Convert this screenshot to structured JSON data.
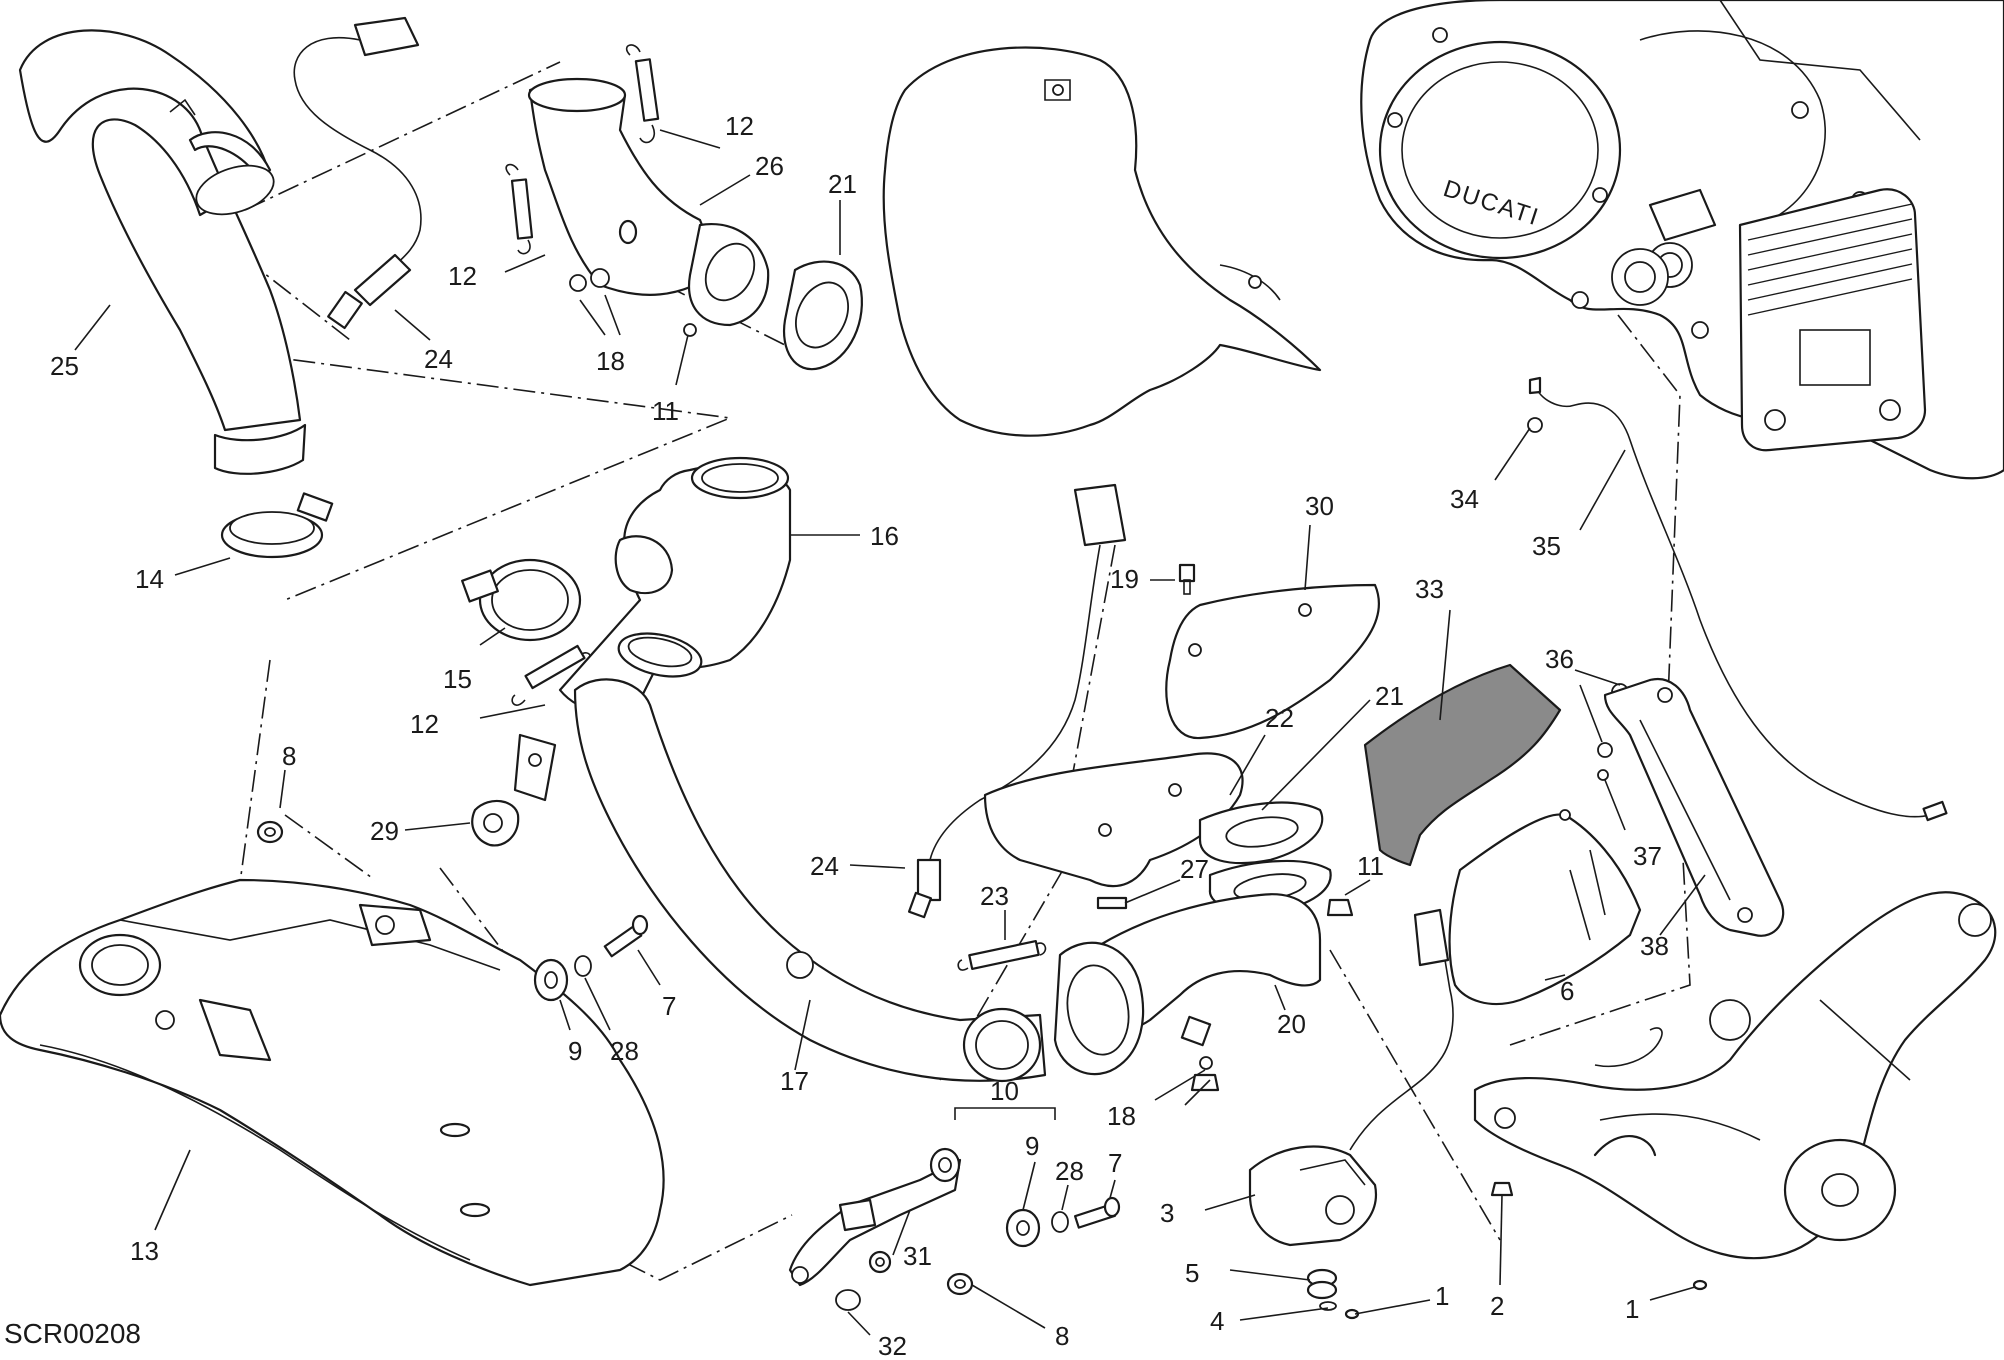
{
  "diagram": {
    "code": "SCR00208",
    "brand_text": "DUCATI",
    "labels": {
      "l1a": "1",
      "l1b": "1",
      "l2": "2",
      "l3": "3",
      "l4": "4",
      "l5": "5",
      "l6": "6",
      "l7a": "7",
      "l7b": "7",
      "l8a": "8",
      "l8b": "8",
      "l9a": "9",
      "l9b": "9",
      "l10": "10",
      "l11a": "11",
      "l11b": "11",
      "l12a": "12",
      "l12b": "12",
      "l12c": "12",
      "l13": "13",
      "l14": "14",
      "l15": "15",
      "l16": "16",
      "l17": "17",
      "l18a": "18",
      "l18b": "18",
      "l19": "19",
      "l20": "20",
      "l21a": "21",
      "l21b": "21",
      "l22": "22",
      "l23": "23",
      "l24a": "24",
      "l24b": "24",
      "l25": "25",
      "l26": "26",
      "l27": "27",
      "l28a": "28",
      "l28b": "28",
      "l29": "29",
      "l30": "30",
      "l31": "31",
      "l32": "32",
      "l33": "33",
      "l34": "34",
      "l35": "35",
      "l36": "36",
      "l37": "37",
      "l38": "38"
    }
  }
}
